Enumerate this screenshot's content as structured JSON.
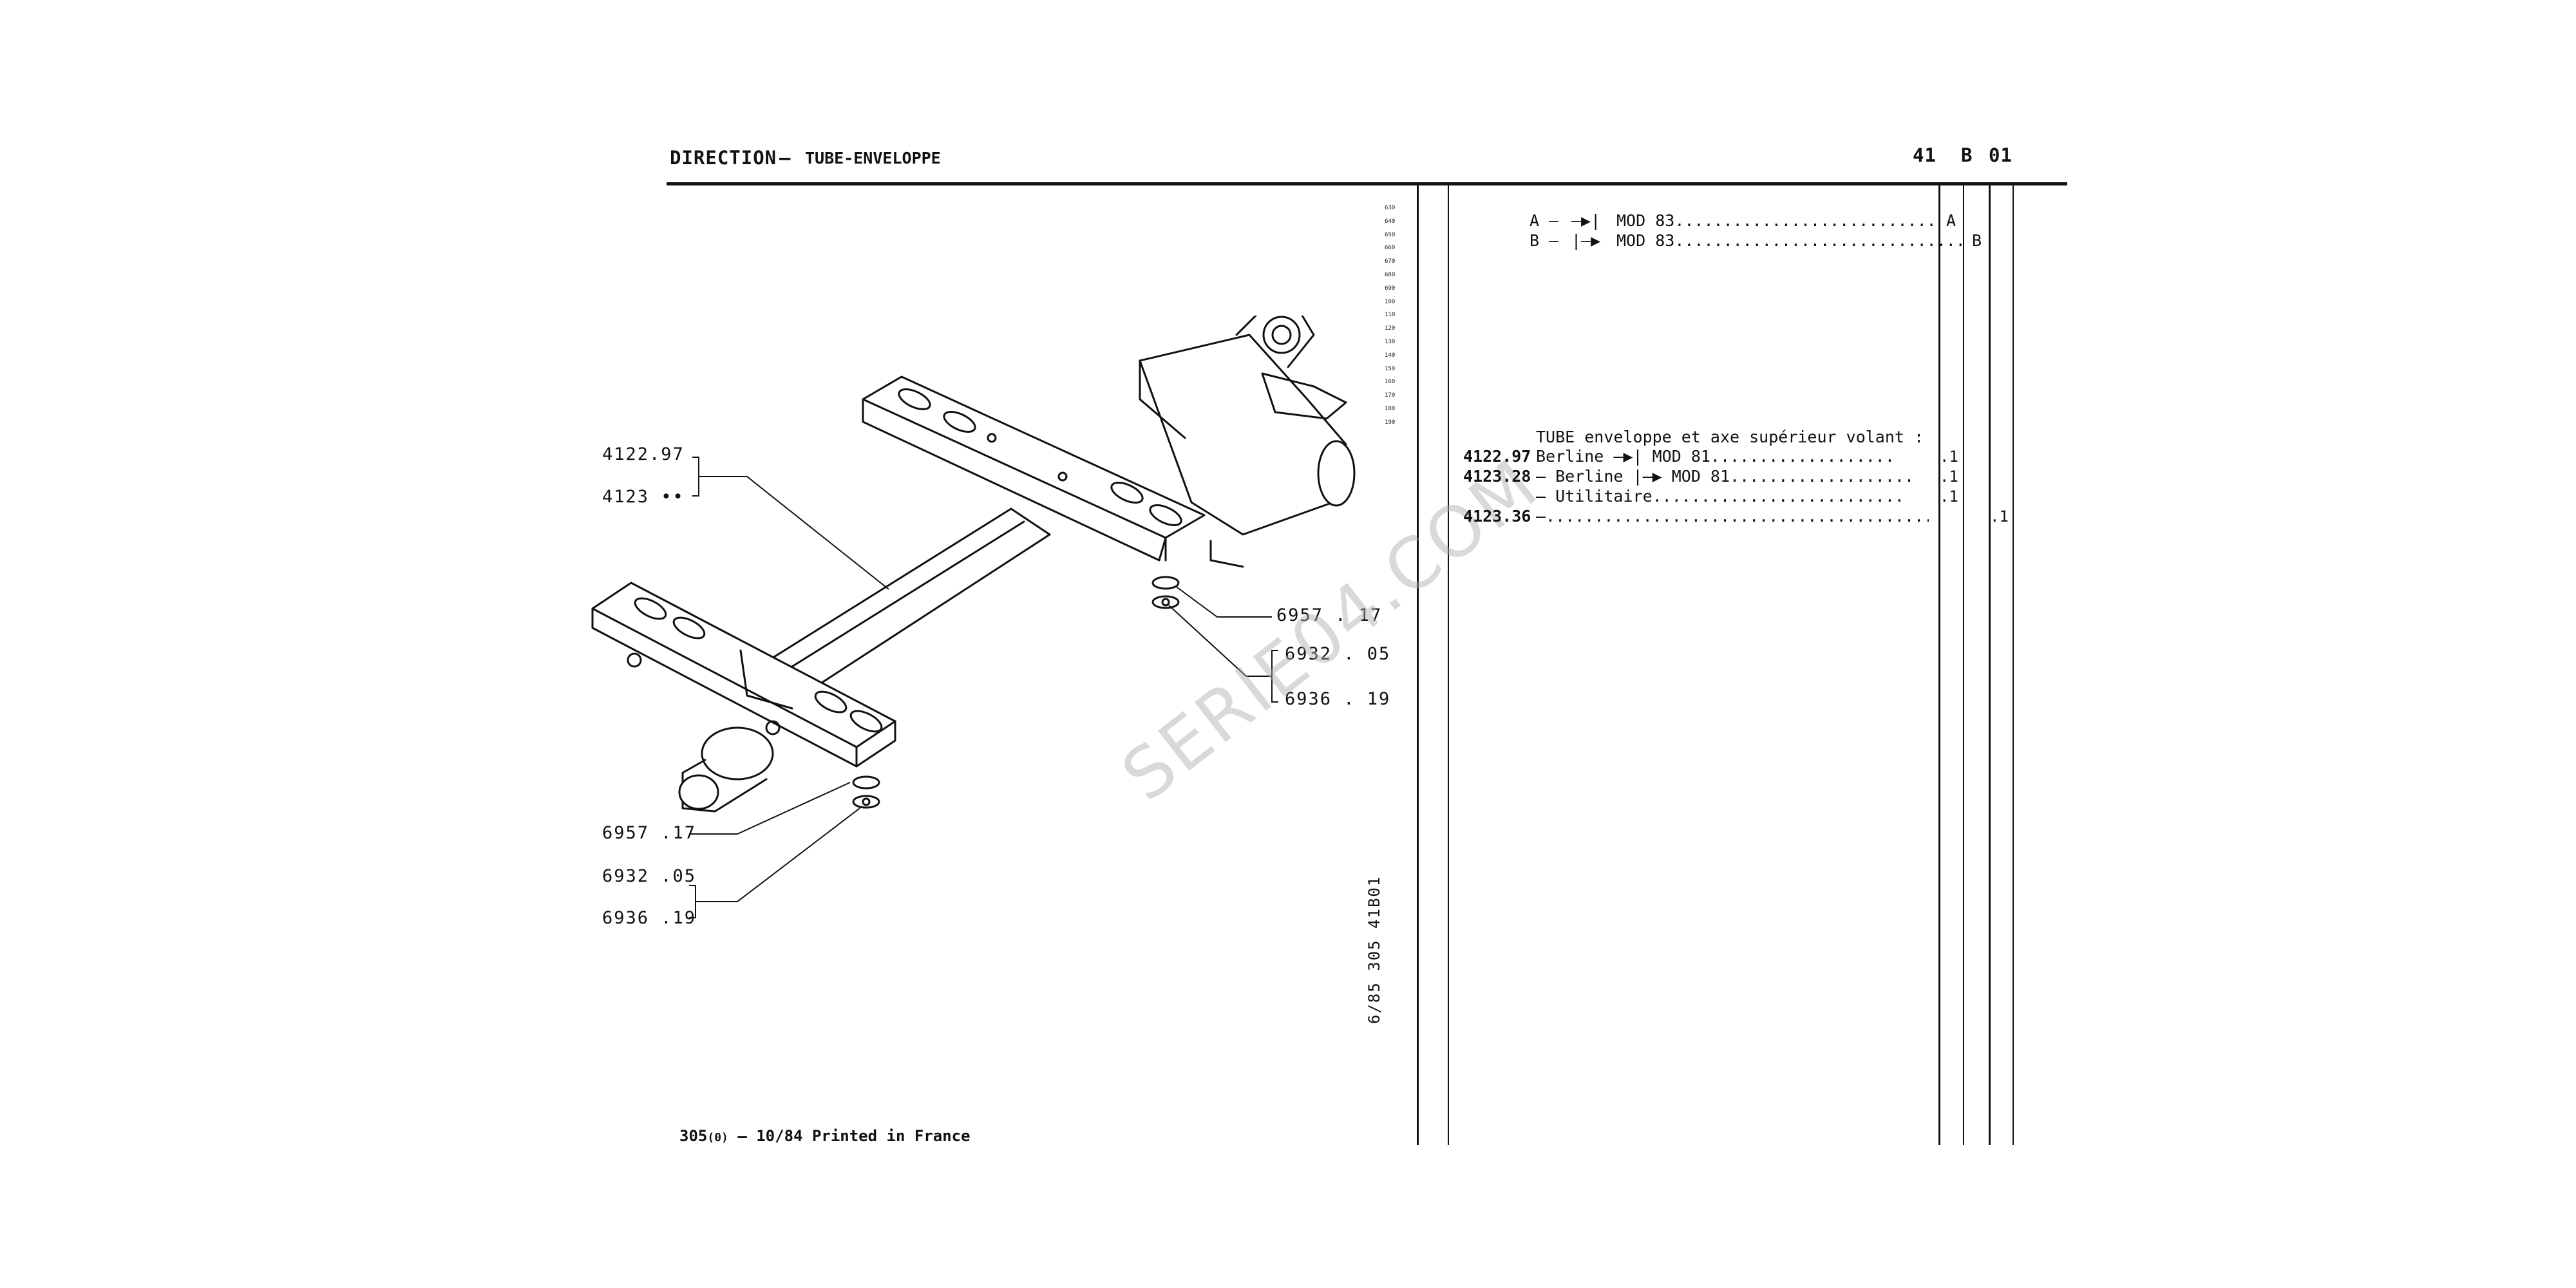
{
  "header": {
    "title": "DIRECTION",
    "dash": "–",
    "subtitle": "TUBE-ENVELOPPE",
    "code_a": "41",
    "code_b": "B",
    "code_c": "01"
  },
  "scale_ticks": [
    "630",
    "640",
    "650",
    "660",
    "670",
    "680",
    "690",
    "100",
    "110",
    "120",
    "130",
    "140",
    "150",
    "160",
    "170",
    "180",
    "190"
  ],
  "callouts": {
    "left_1": "4122.97",
    "left_2": "4123 ••",
    "left_3": "6957 .17",
    "left_4": "6932 .05",
    "left_5": "6936 .19",
    "right_1": "6957 . 17",
    "right_2": "6932 . 05",
    "right_3": "6936 . 19"
  },
  "variants": [
    {
      "label": "A –",
      "arrow": "—▶|",
      "model": "MOD 83",
      "col": "A"
    },
    {
      "label": "B –",
      "arrow": "|—▶",
      "model": "MOD 83",
      "col": "B"
    }
  ],
  "parts": {
    "heading": "TUBE enveloppe et axe supérieur volant :",
    "rows": [
      {
        "code": "4122.97",
        "desc": "  Berline —▶| MOD 81...................",
        "qty_a": ".1",
        "qty_b": ""
      },
      {
        "code": "4123.28",
        "desc": "– Berline |—▶ MOD 81...................",
        "qty_a": ".1",
        "qty_b": ""
      },
      {
        "code": "",
        "desc": "  – Utilitaire..........................",
        "qty_a": ".1",
        "qty_b": ""
      },
      {
        "code": "4123.36",
        "desc": "–........................................",
        "qty_a": "",
        "qty_b": ".1"
      }
    ]
  },
  "vertical_ref": "6/85 305 41B01",
  "footer": {
    "page": "305",
    "paren": "(0)",
    "date": "– 10/84",
    "printed": "Printed in France"
  },
  "watermark": "SERIE04.COM"
}
